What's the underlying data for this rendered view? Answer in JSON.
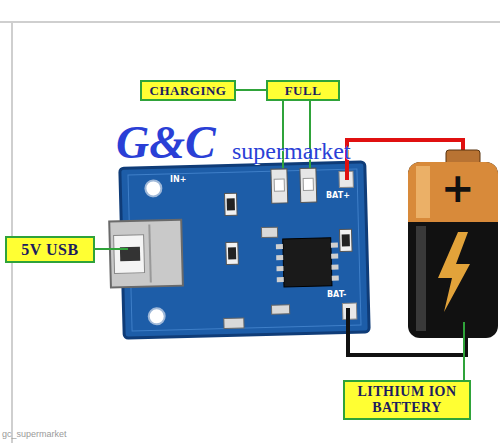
{
  "diagram": {
    "nodes": [
      {
        "text": [
          "CHARGING"
        ]
      },
      {
        "text": [
          "FULL"
        ]
      },
      {
        "text": [
          "5V USB"
        ]
      },
      {
        "text": [
          "LITHIUM ION BATTERY"
        ]
      }
    ],
    "labels": [
      "G&C",
      "supermarket",
      "IN+",
      "BAT+",
      "BAT-",
      "+",
      "gc_supermarket"
    ]
  }
}
